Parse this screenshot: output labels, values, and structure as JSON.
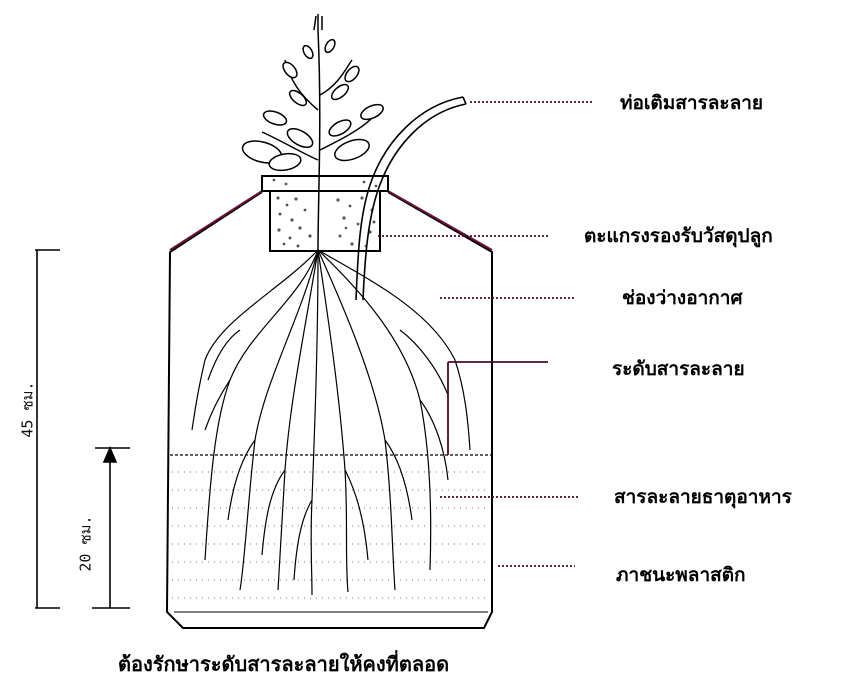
{
  "labels": {
    "feed_pipe": "ท่อเติมสารละลาย",
    "net_pot": "ตะแกรงรองรับวัสดุปลูก",
    "air_space": "ช่องว่างอากาศ",
    "solution_level": "ระดับสารละลาย",
    "nutrient_solution": "สารละลายธาตุอาหาร",
    "plastic_container": "ภาชนะพลาสติก"
  },
  "dimensions": {
    "total_height": "45 ซม.",
    "solution_height": "20 ซม."
  },
  "caption": "ต้องรักษาระดับสารละลายให้คงที่ตลอด",
  "colors": {
    "line": "#000000",
    "shoulder_accent": "#6a0f3a",
    "leader": "#4a0a28"
  }
}
